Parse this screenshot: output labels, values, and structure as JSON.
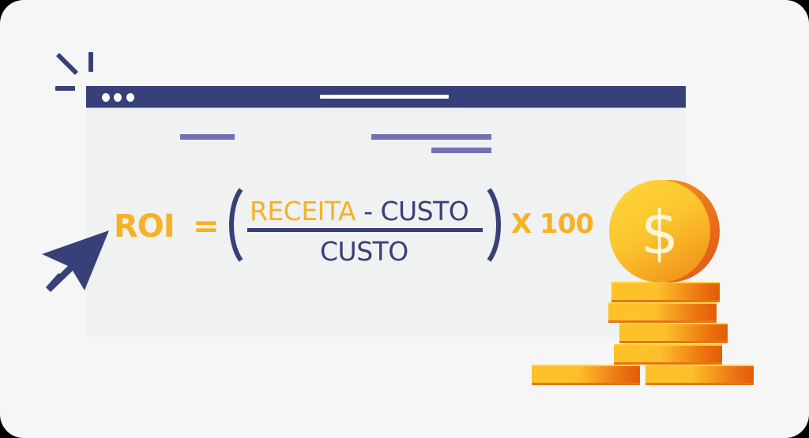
{
  "formula": {
    "label": "ROI",
    "equals": "=",
    "open_paren": "(",
    "numerator": {
      "term1": "RECEITA",
      "operator_and_term2": " - CUSTO"
    },
    "denominator": "CUSTO",
    "close_paren": ")",
    "multiplier": "X 100"
  },
  "browser_window": {
    "dots": 3,
    "content_lines": 3
  },
  "icons": {
    "cursor": "cursor-arrow-icon",
    "click_sparks": "click-spark-icon",
    "coin": "dollar-coin-icon",
    "coin_symbol": "$",
    "coin_stack": "coin-stack-icon"
  },
  "colors": {
    "background": "#f6f6f6",
    "window_bar": "#374078",
    "window_body": "#f0f1f1",
    "content_lines": "#7470b3",
    "accent_yellow": "#f7b125",
    "navy": "#374078",
    "coin_yellow": "#fec128",
    "coin_orange": "#e45b07"
  }
}
